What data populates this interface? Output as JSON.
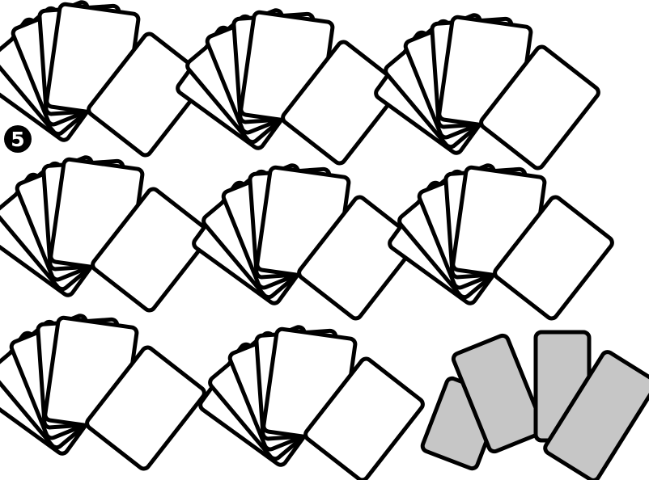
{
  "step_badge": {
    "number": "5",
    "background": "#000000",
    "text_color": "#ffffff"
  },
  "colors": {
    "card_blank": "#ffffff",
    "card_shaded": "#c6c6c6",
    "outline": "#000000"
  },
  "hands": [
    {
      "name": "hand-1",
      "cards_in_fan": 6,
      "shaded": false
    },
    {
      "name": "hand-2",
      "cards_in_fan": 6,
      "shaded": false
    },
    {
      "name": "hand-3",
      "cards_in_fan": 6,
      "shaded": false
    },
    {
      "name": "hand-4",
      "cards_in_fan": 6,
      "shaded": false
    },
    {
      "name": "hand-5",
      "cards_in_fan": 6,
      "shaded": false
    },
    {
      "name": "hand-6",
      "cards_in_fan": 6,
      "shaded": false
    },
    {
      "name": "hand-7",
      "cards_in_fan": 6,
      "shaded": false
    },
    {
      "name": "hand-8",
      "cards_in_fan": 6,
      "shaded": false
    },
    {
      "name": "spread-cards",
      "cards_in_fan": 4,
      "shaded": true
    }
  ]
}
